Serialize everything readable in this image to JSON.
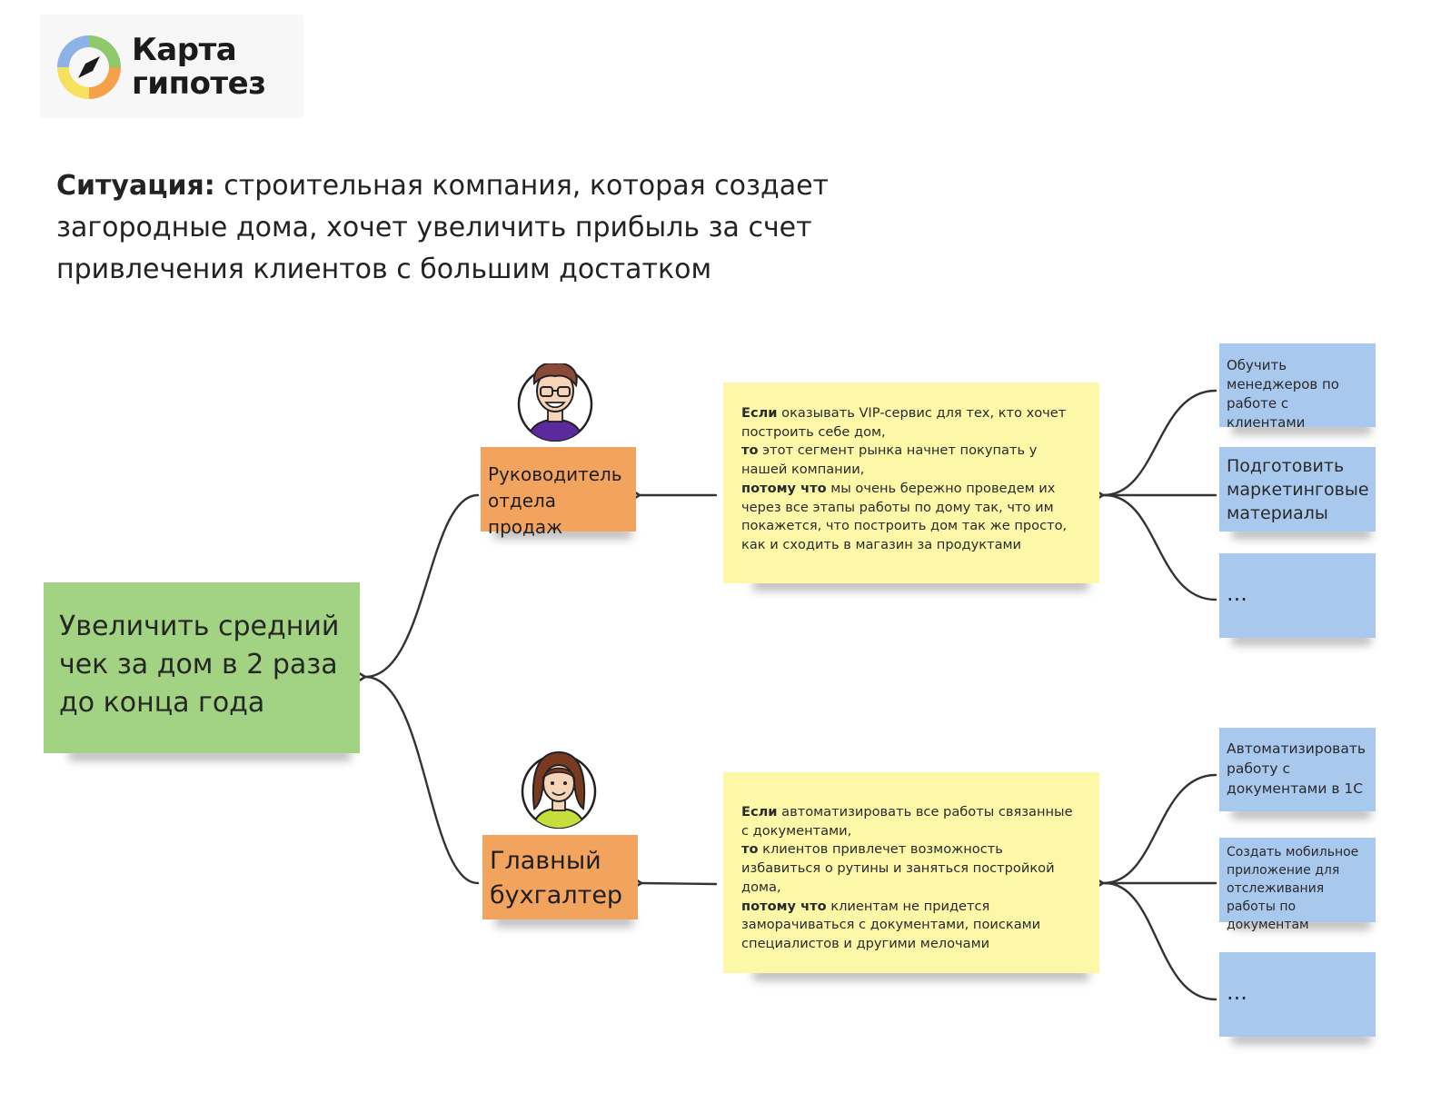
{
  "logo": {
    "line1": "Карта",
    "line2": "гипотез"
  },
  "situation": {
    "label": "Ситуация:",
    "text": " строительная компания, которая создает загородные дома, хочет увеличить прибыль за счет привлечения клиентов с большим достатком"
  },
  "goal": {
    "text": "Увеличить средний чек за дом в 2 раза до конца года"
  },
  "branches": [
    {
      "role": "Руководитель отдела продаж",
      "hypothesis": {
        "if_label": "Если",
        "if_text": " оказывать VIP-сервис для тех, кто хочет построить себе дом,",
        "then_label": "то",
        "then_text": " этот сегмент рынка начнет покупать у нашей компании,",
        "because_label": "потому что",
        "because_text": " мы очень бережно проведем их через все этапы работы по дому так, что им покажется, что построить дом так же просто, как и сходить в магазин за продуктами"
      },
      "tasks": [
        "Обучить менеджеров по работе с клиентами",
        "Подготовить маркетинговые материалы",
        "..."
      ]
    },
    {
      "role": "Главный бухгалтер",
      "hypothesis": {
        "if_label": "Если",
        "if_text": " автоматизировать все работы связанные с документами,",
        "then_label": "то",
        "then_text": " клиентов привлечет возможность избавиться о рутины и заняться постройкой дома,",
        "because_label": "потому что",
        "because_text": " клиентам не придется заморачиваться с документами, поисками специалистов и другими мелочами"
      },
      "tasks": [
        "Автоматизировать работу с документами в 1С",
        "Создать мобильное приложение для отслеживания работы по документам",
        "..."
      ]
    }
  ],
  "colors": {
    "goal": "#a2d383",
    "role": "#f2a45e",
    "hypothesis": "#fdf8a8",
    "task": "#a9c8ee",
    "connector": "#333333"
  }
}
